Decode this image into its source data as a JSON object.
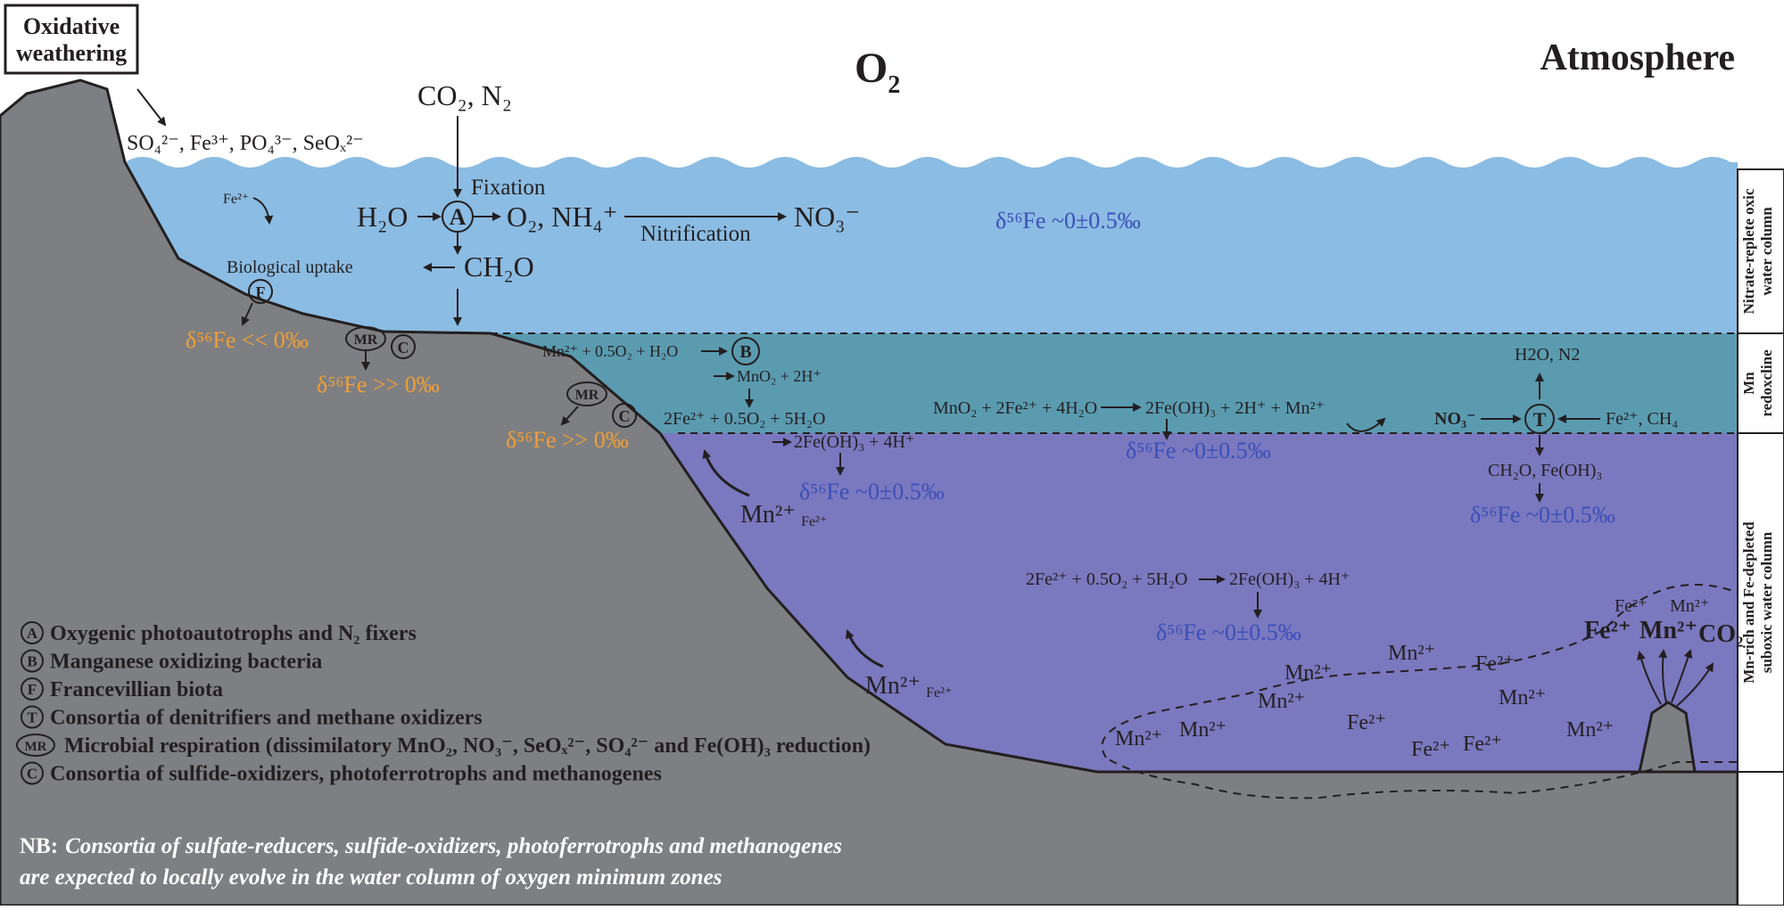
{
  "colors": {
    "oxic": "#8bbce3",
    "redox": "#5a9bb0",
    "suboxic": "#7a78bf",
    "land": "#7e7f82",
    "orange": "#f0a036",
    "blue_text": "#3b4fb8",
    "dark": "#231f20",
    "white": "#ffffff"
  },
  "labels": {
    "oxidative_weathering_1": "Oxidative",
    "oxidative_weathering_2": "weathering",
    "o2": "O",
    "o2_sub": "2",
    "atmosphere": "Atmosphere",
    "weathering_products": "SO₄²⁻, Fe³⁺, PO₄³⁻, SeOₓ²⁻",
    "co2_n2": "CO₂, N₂",
    "fixation": "Fixation",
    "h2o": "H₂O",
    "o2_nh4": "O₂, NH₄⁺",
    "nitrification": "Nitrification",
    "no3": "NO₃⁻",
    "ch2o": "CH₂O",
    "fe2_small": "Fe²⁺",
    "biological_uptake": "Biological uptake",
    "mn_oxidation": "Mn²⁺ + 0.5O₂ + H₂O",
    "mno2_2h": "MnO₂ + 2H⁺",
    "mno2_reaction": "MnO₂ + 2Fe²⁺ + 4H₂O",
    "feoh3_reaction": "2Fe(OH)₃ + 2H⁺ + Mn²⁺",
    "fe_oxidation": "2Fe²⁺ + 0.5O₂ + 5H₂O",
    "feoh3_4h": "2Fe(OH)₃ + 4H⁺",
    "h2o_n2": "H2O, N2",
    "no3_t": "NO₃⁻",
    "fe2_ch4": "Fe²⁺, CH₄",
    "ch2o_feoh3": "CH₂O, Fe(OH)₃",
    "d56_zero": "δ⁵⁶Fe ~0±0.5‰",
    "d56_ll": "δ⁵⁶Fe << 0‰",
    "d56_gg": "δ⁵⁶Fe >> 0‰",
    "mn2": "Mn²⁺",
    "fe2": "Fe²⁺",
    "co2": "CO₂",
    "vent_fe2": "Fe²⁺",
    "vent_mn2": "Mn²⁺",
    "vent_co2": "CO₂",
    "mr": "MR",
    "circle_A": "A",
    "circle_B": "B",
    "circle_F": "F",
    "circle_T": "T",
    "circle_C": "C",
    "deep_fe_reaction": "2Fe²⁺ + 0.5O₂ + 5H₂O",
    "deep_feoh3": "2Fe(OH)₃ + 4H⁺"
  },
  "side_labels": {
    "oxic_1": "Nitrate-replete oxic",
    "oxic_2": "water column",
    "redox_1": "Mn",
    "redox_2": "redoxcline",
    "suboxic_1": "Mn-rich and Fe-depleted",
    "suboxic_2": "suboxic water column"
  },
  "legend": [
    {
      "symbol": "A",
      "text": "Oxygenic photoautotrophs and N₂ fixers"
    },
    {
      "symbol": "B",
      "text": "Manganese oxidizing bacteria"
    },
    {
      "symbol": "F",
      "text": "Francevillian biota"
    },
    {
      "symbol": "T",
      "text": "Consortia of denitrifiers and methane oxidizers"
    },
    {
      "symbol": "MR",
      "text": "Microbial respiration (dissimilatory MnO₂, NO₃⁻, SeOₓ²⁻, SO₄²⁻ and Fe(OH)₃ reduction)"
    },
    {
      "symbol": "C",
      "text": "Consortia of sulfide-oxidizers, photoferrotrophs and methanogenes"
    }
  ],
  "nb": {
    "label": "NB:",
    "line1": "Consortia of sulfate-reducers, sulfide-oxidizers, photoferrotrophs and methanogenes",
    "line2": "are expected to locally evolve in the water column of oxygen minimum zones"
  },
  "plume_labels": [
    "Fe²⁺",
    "Mn²⁺",
    "Mn²⁺",
    "Fe²⁺",
    "Mn²⁺",
    "Mn²⁺",
    "Mn²⁺",
    "Fe²⁺",
    "Mn²⁺",
    "Fe²⁺",
    "Mn²⁺",
    "Fe²⁺",
    "Mn²⁺"
  ]
}
